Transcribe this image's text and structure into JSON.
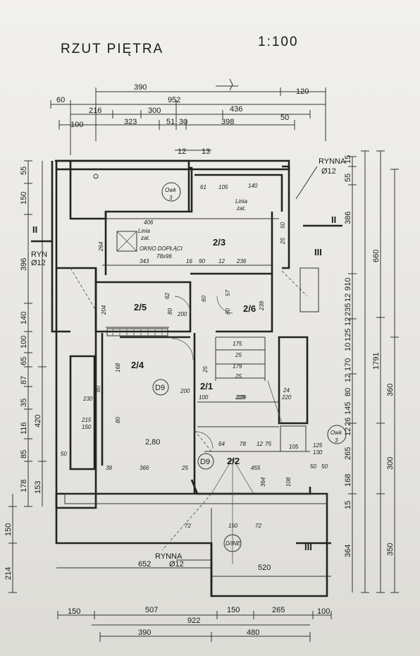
{
  "title": "RZUT PIĘTRA",
  "scale": "1:100",
  "top_dims": {
    "row1": [
      "390",
      "120"
    ],
    "row2": [
      "60",
      "952",
      "216",
      "300",
      "436"
    ],
    "row3": [
      "100",
      "323",
      "51",
      "30",
      "398",
      "50"
    ],
    "row4": [
      "12",
      "13"
    ]
  },
  "bottom_dims": {
    "row1": [
      "652"
    ],
    "row2": [
      "150",
      "507",
      "150",
      "265",
      "100"
    ],
    "row3": [
      "922"
    ],
    "row4": [
      "390",
      "480"
    ],
    "row5": [
      "520"
    ]
  },
  "left_dims": [
    "55",
    "150",
    "396",
    "140",
    "100",
    "65",
    "87",
    "35",
    "116",
    "85",
    "178",
    "150",
    "214",
    "420",
    "153"
  ],
  "right_dims": [
    "15",
    "55",
    "386",
    "910",
    "12",
    "235",
    "12",
    "125",
    "10",
    "170",
    "12",
    "80",
    "145",
    "26",
    "12",
    "265",
    "168",
    "15",
    "364",
    "660",
    "1791",
    "360",
    "300",
    "350"
  ],
  "rooms": [
    {
      "id": "2/3"
    },
    {
      "id": "2/5"
    },
    {
      "id": "2/6"
    },
    {
      "id": "2/4"
    },
    {
      "id": "2/1"
    },
    {
      "id": "2/2"
    }
  ],
  "labels": {
    "rynna_top": "RYNNA",
    "rynna_top_dia": "Ø12",
    "rynna_bottom": "RYNNA",
    "rynna_bottom_dia": "Ø12",
    "ryn_left": "RYN",
    "ryn_left_dia": "Ø12",
    "section_II": "II",
    "section_III": "III",
    "okno": "OKNO DOPŁĄCI",
    "okno_dim": "78x96",
    "linia1": "Linia",
    "zat1": "zat.",
    "linia2": "Linia",
    "zat2": "zat.",
    "owk1": "Owk",
    "owk1_n": "3",
    "owk2": "Owk",
    "owk2_n": "3",
    "d9a": "D9",
    "d9b": "D9",
    "dine": "D/INE",
    "v280": "2,80"
  },
  "inner_dims": [
    "406",
    "343",
    "16",
    "90",
    "12",
    "236",
    "264",
    "105",
    "140",
    "61",
    "80",
    "200",
    "62",
    "60",
    "80",
    "57",
    "239",
    "204",
    "80",
    "200",
    "168",
    "25",
    "229",
    "80",
    "230",
    "215",
    "150",
    "50",
    "38",
    "366",
    "25",
    "64",
    "78",
    "12",
    "75",
    "105",
    "455",
    "72",
    "150",
    "72",
    "24",
    "220",
    "100",
    "229",
    "175",
    "25",
    "179",
    "25",
    "50",
    "25",
    "125",
    "130",
    "50",
    "50",
    "364",
    "108"
  ]
}
